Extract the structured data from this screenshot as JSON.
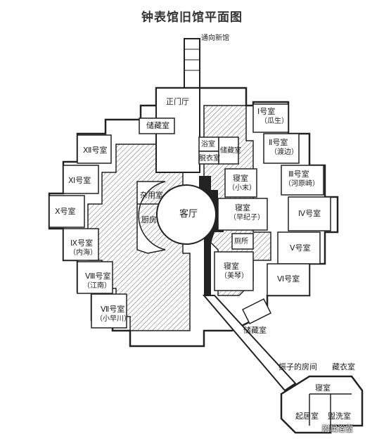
{
  "title": "钟表馆旧馆平面图",
  "to_new": "通向新馆",
  "rooms": {
    "main_hall": "正门厅",
    "storage1": "储藏室",
    "storage2": "储藏室",
    "storage3": "储藏室",
    "bath": "浴室",
    "dressing": "脱衣室",
    "utility": "杂用室",
    "kitchen": "厨房",
    "living": "客厅",
    "toilet": "厕所",
    "bed_komatsu": "寝室",
    "bed_komatsu_owner": "（小末）",
    "bed_sakiko": "寝室",
    "bed_sakiko_owner": "（早纪子）",
    "bed_mikoto": "寝室",
    "bed_mikoto_owner": "（美琴）",
    "wardrobe": "藏衣室",
    "vibration_room": "振子的房间",
    "bed_small": "寝室",
    "sitting_room": "起居室",
    "washroom": "盥洗室",
    "bath2": "附属浴室"
  },
  "numbered_rooms": [
    {
      "num": "Ⅰ号室",
      "owner": "（瓜生）"
    },
    {
      "num": "Ⅱ号室",
      "owner": "（渡边）"
    },
    {
      "num": "Ⅲ号室",
      "owner": "（河原崎）"
    },
    {
      "num": "Ⅳ号室",
      "owner": ""
    },
    {
      "num": "Ⅴ号室",
      "owner": ""
    },
    {
      "num": "Ⅵ号室",
      "owner": ""
    },
    {
      "num": "Ⅶ号室",
      "owner": "（小早川）"
    },
    {
      "num": "Ⅷ号室",
      "owner": "（江南）"
    },
    {
      "num": "Ⅸ号室",
      "owner": "（内海）"
    },
    {
      "num": "Ⅹ号室",
      "owner": ""
    },
    {
      "num": "Ⅺ号室",
      "owner": ""
    },
    {
      "num": "Ⅻ号室",
      "owner": ""
    }
  ],
  "colors": {
    "wall": "#222222",
    "hatch": "#555555",
    "fill": "#ffffff"
  }
}
